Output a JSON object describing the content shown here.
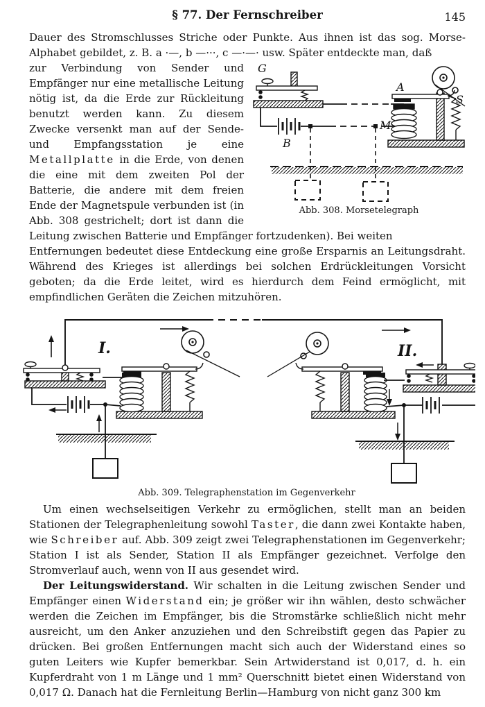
{
  "header": {
    "section_title": "§ 77. Der Fernschreiber",
    "page_number": "145"
  },
  "paragraphs": {
    "p1": "Dauer des Stromschlusses Striche oder Punkte. Aus ihnen ist das sog. Morse-Alphabet gebildet, z. B. a ·—,  b —···,  c —·—·  usw. Später entdeckte man, daß",
    "p2a": "zur Verbindung von Sender und Empfänger nur eine metallische Leitung nötig ist, da die Erde zur Rückleitung benutzt werden kann. Zu diesem Zwecke versenkt man auf der Sende- und Empfangsstation je eine ",
    "p2_metallplatte": "Metallplatte",
    "p2b": " in die Erde, von denen die eine mit dem zweiten Pol der Batterie, die andere mit dem freien Ende der Magnetspule verbunden ist (in Abb. 308 gestrichelt; dort ist dann die Leitung zwischen Batterie und Empfänger fortzudenken). Bei weiten",
    "p3": "Entfernungen bedeutet diese Entdeckung eine große Ersparnis an Leitungsdraht. Während des Krieges ist allerdings bei solchen Erdrückleitungen Vorsicht geboten; da die Erde leitet, wird es hierdurch dem Feind ermöglicht, mit empfindlichen Geräten die Zeichen mitzuhören.",
    "p4a": "Um einen wechselseitigen Verkehr zu ermöglichen, stellt man an beiden Stationen der Telegraphenleitung sowohl ",
    "p4_taster": "Taster",
    "p4b": ", die dann zwei Kontakte haben, wie ",
    "p4_schreiber": "Schreiber",
    "p4c": " auf. Abb. 309 zeigt zwei Telegraphenstationen im Gegenverkehr; Station I ist als Sender, Station II als Empfänger gezeichnet. Verfolge den Stromverlauf auch, wenn von II aus gesendet wird.",
    "p5_lead": "Der Leitungswiderstand.",
    "p5a": " Wir schalten in die Leitung zwischen Sender und Empfänger einen ",
    "p5_widerstand": "Widerstand",
    "p5b": " ein; je größer wir ihn wählen, desto schwächer werden die Zeichen im Empfänger, bis die Stromstärke schließlich nicht mehr ausreicht, um den Anker anzuziehen und den Schreibstift gegen das Papier zu drücken. Bei großen Entfernungen macht sich auch der Widerstand eines so guten Leiters wie Kupfer bemerkbar. Sein Artwiderstand ist 0,017, d. h. ein Kupferdraht von 1 m Länge und 1 mm² Querschnitt bietet einen Widerstand von 0,017 Ω. Danach hat die Fernleitung Berlin—Hamburg von nicht ganz 300 km"
  },
  "fig308": {
    "caption": "Abb. 308. Morsetelegraph",
    "labels": {
      "key": "G",
      "battery": "B",
      "armature": "A",
      "magnet": "M",
      "stylus": "S"
    }
  },
  "fig309": {
    "caption": "Abb. 309. Telegraphenstation im Gegenverkehr",
    "labels": {
      "station_left": "I.",
      "station_right": "II."
    }
  },
  "colors": {
    "ink": "#141414",
    "paper": "#ffffff"
  }
}
